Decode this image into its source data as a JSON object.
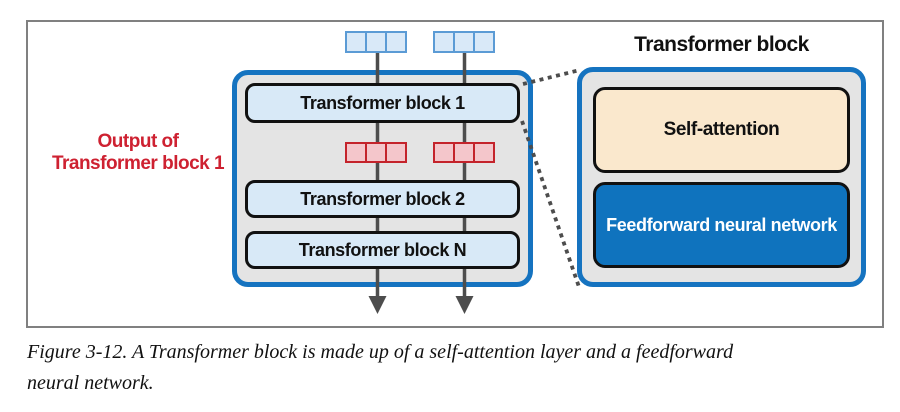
{
  "figure": {
    "tokens": {
      "strips": 4,
      "cells_per_strip": 3,
      "input_fill": "#d9e9f8",
      "input_border": "#5b9bd5",
      "intermediate_fill": "#f4c6cb",
      "intermediate_border": "#c4232b"
    },
    "stack": {
      "blocks": [
        {
          "label": "Transformer block 1"
        },
        {
          "label": "Transformer block 2"
        },
        {
          "label": "Transformer block N"
        }
      ],
      "output_label": {
        "line1": "Output of",
        "line2": "Transformer block 1"
      }
    },
    "detail": {
      "title": "Transformer block",
      "layers": [
        {
          "label": "Self-attention"
        },
        {
          "label": "Feedforward neural network"
        }
      ]
    }
  },
  "caption": {
    "line1": "Figure 3-12. A Transformer block is made up of a self-attention layer and a feedforward",
    "line2": "neural network."
  },
  "colors": {
    "accent_blue": "#1573c0",
    "light_blue_fill": "#d8e9f7",
    "cream_fill": "#fae8cd",
    "deep_blue_fill": "#0f73be",
    "red": "#ce2131",
    "panel_gray": "#e4e4e4",
    "line_gray": "#4d4d4d",
    "frame_gray": "#808080"
  }
}
